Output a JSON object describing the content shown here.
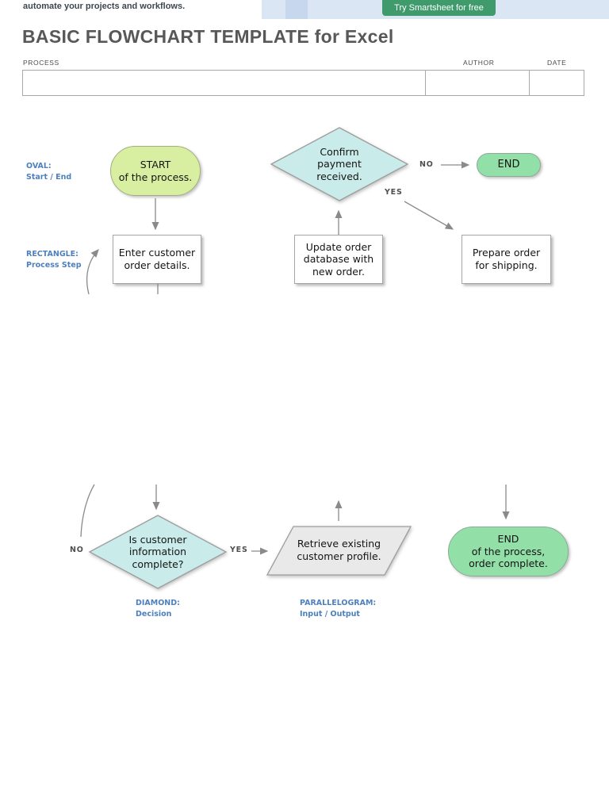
{
  "banner": {
    "tagline": "automate your projects and workflows.",
    "cta_label": "Try Smartsheet for free"
  },
  "page": {
    "title": "BASIC FLOWCHART TEMPLATE for Excel"
  },
  "meta_table": {
    "process_label": "PROCESS",
    "author_label": "AUTHOR",
    "date_label": "DATE",
    "process_value": "",
    "author_value": "",
    "date_value": ""
  },
  "legend": {
    "oval": "OVAL:\nStart / End",
    "rectangle": "RECTANGLE:\nProcess Step",
    "diamond": "DIAMOND:\nDecision",
    "parallelogram": "PARALLELOGRAM:\nInput / Output"
  },
  "flowchart": {
    "nodes": {
      "start": "START\nof the process.",
      "confirm_payment": "Confirm\npayment\nreceived.",
      "end_top": "END",
      "enter_order": "Enter customer\norder details.",
      "update_db": "Update order\ndatabase with\nnew order.",
      "prepare_order": "Prepare order\nfor shipping.",
      "info_complete": "Is customer\ninformation\ncomplete?",
      "retrieve_profile": "Retrieve existing\ncustomer profile.",
      "end_bottom": "END\nof the process,\norder complete."
    },
    "edges": {
      "no_top": "NO",
      "yes_top": "YES",
      "no_bottom": "NO",
      "yes_bottom": "YES"
    }
  },
  "colors": {
    "cta_green": "#3f9a6c",
    "banner_blue": "#dbe6f4",
    "banner_strip_blue": "#c7d8ee",
    "legend_label_blue": "#4e80be",
    "start_oval_fill": "#d8efa2",
    "decision_diamond_fill": "#c9ebe9",
    "end_oval_fill": "#93dfa8",
    "io_parallelogram_fill": "#e9e9e9",
    "process_rect_fill": "#ffffff",
    "connector_gray": "#8a8a8a",
    "title_gray": "#58585a"
  }
}
